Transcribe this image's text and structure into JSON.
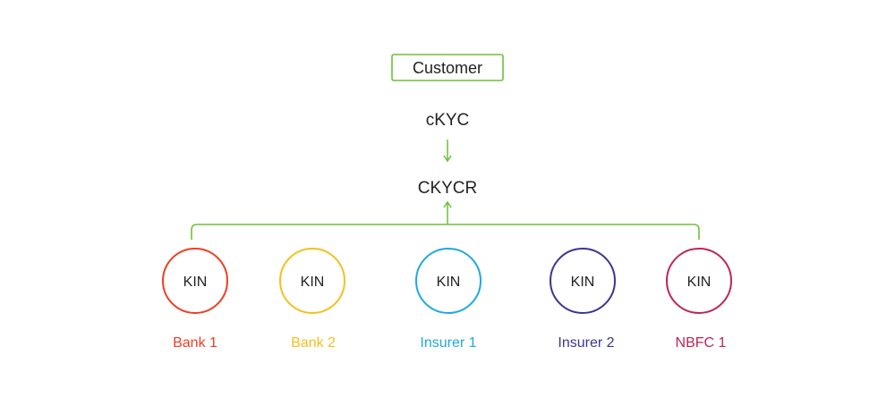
{
  "customer": {
    "label": "Customer"
  },
  "ckyc": {
    "label": "cKYC"
  },
  "ckycr": {
    "label": "CKYCR"
  },
  "colors": {
    "connector": "#6cc139",
    "text": "#222222"
  },
  "entities": [
    {
      "node_label": "KIN",
      "name": "Bank 1",
      "color": "#ef3e23"
    },
    {
      "node_label": "KIN",
      "name": "Bank 2",
      "color": "#f4c01e"
    },
    {
      "node_label": "KIN",
      "name": "Insurer 1",
      "color": "#1fa9e1"
    },
    {
      "node_label": "KIN",
      "name": "Insurer 2",
      "color": "#3b3593"
    },
    {
      "node_label": "KIN",
      "name": "NBFC 1",
      "color": "#bf2556"
    }
  ]
}
